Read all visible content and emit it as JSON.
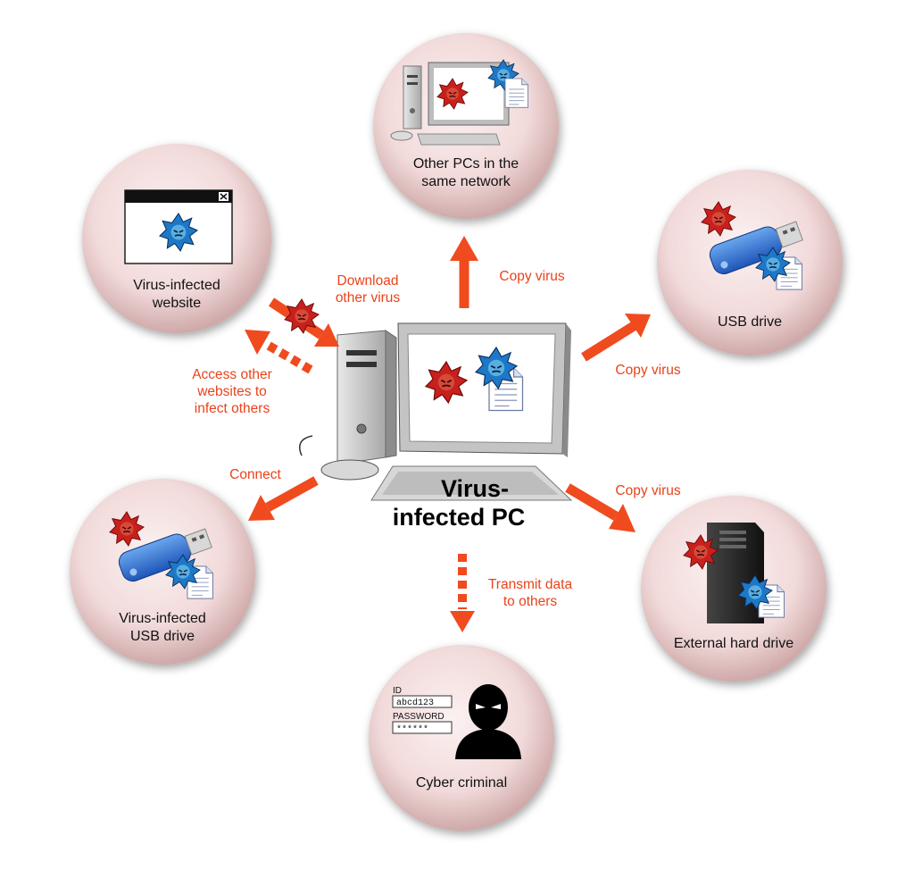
{
  "center": {
    "label_line1": "Virus-",
    "label_line2": "infected PC"
  },
  "nodes": {
    "network_pcs": {
      "line1": "Other PCs in the",
      "line2": "same network"
    },
    "website": {
      "line1": "Virus-infected",
      "line2": "website"
    },
    "usb_drive": {
      "line1": "USB drive"
    },
    "infected_usb": {
      "line1": "Virus-infected",
      "line2": "USB drive"
    },
    "external_hdd": {
      "line1": "External hard drive"
    },
    "cyber_criminal": {
      "line1": "Cyber criminal",
      "id_label": "ID",
      "id_value": "abcd123",
      "password_label": "PASSWORD",
      "password_value": "******"
    }
  },
  "edges": {
    "download": {
      "line1": "Download",
      "line2": "other virus"
    },
    "access": {
      "line1": "Access other",
      "line2": "websites to",
      "line3": "infect others"
    },
    "copy_network": {
      "line1": "Copy virus"
    },
    "copy_usb": {
      "line1": "Copy virus"
    },
    "copy_hdd": {
      "line1": "Copy virus"
    },
    "connect": {
      "line1": "Connect"
    },
    "transmit": {
      "line1": "Transmit data",
      "line2": "to others"
    }
  },
  "colors": {
    "arrow": "#f04a1f",
    "label": "#e8431b",
    "bubble": "#f5dede",
    "virus_red": "#c8201c",
    "virus_blue": "#1e78c8"
  },
  "icons": {
    "red_virus": "red-virus-icon",
    "blue_virus": "blue-virus-icon",
    "document": "document-icon"
  }
}
